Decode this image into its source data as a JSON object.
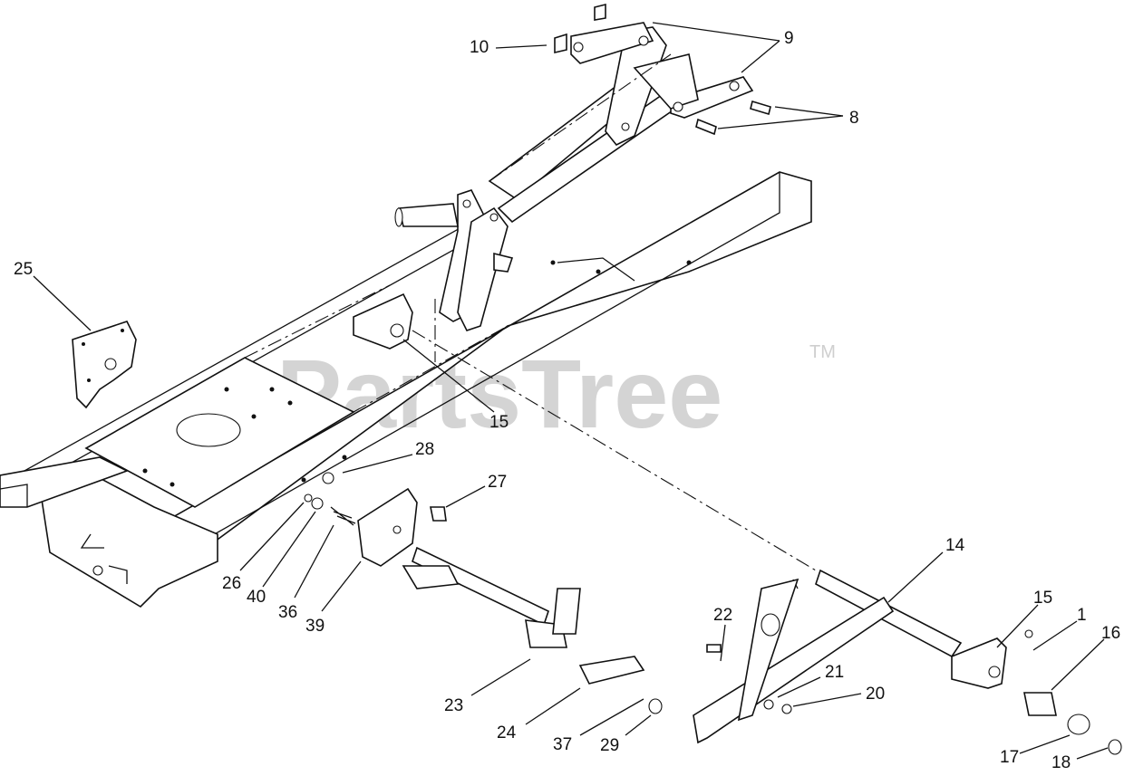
{
  "watermark": {
    "text": "PartsTree",
    "tm": "TM"
  },
  "callouts": [
    {
      "id": "c-1",
      "text": "1"
    },
    {
      "id": "c-8",
      "text": "8"
    },
    {
      "id": "c-9",
      "text": "9"
    },
    {
      "id": "c-10",
      "text": "10"
    },
    {
      "id": "c-14",
      "text": "14"
    },
    {
      "id": "c-15a",
      "text": "15"
    },
    {
      "id": "c-15b",
      "text": "15"
    },
    {
      "id": "c-16",
      "text": "16"
    },
    {
      "id": "c-17",
      "text": "17"
    },
    {
      "id": "c-18",
      "text": "18"
    },
    {
      "id": "c-20",
      "text": "20"
    },
    {
      "id": "c-21",
      "text": "21"
    },
    {
      "id": "c-22",
      "text": "22"
    },
    {
      "id": "c-23",
      "text": "23"
    },
    {
      "id": "c-24",
      "text": "24"
    },
    {
      "id": "c-25",
      "text": "25"
    },
    {
      "id": "c-26",
      "text": "26"
    },
    {
      "id": "c-27",
      "text": "27"
    },
    {
      "id": "c-28",
      "text": "28"
    },
    {
      "id": "c-29",
      "text": "29"
    },
    {
      "id": "c-36",
      "text": "36"
    },
    {
      "id": "c-37",
      "text": "37"
    },
    {
      "id": "c-39",
      "text": "39"
    },
    {
      "id": "c-40",
      "text": "40"
    }
  ]
}
